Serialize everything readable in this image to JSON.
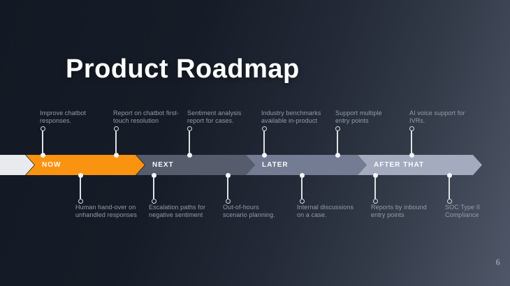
{
  "slide": {
    "title": "Product Roadmap",
    "page_number": "6"
  },
  "colors": {
    "background_dark": "#151B26",
    "background_light": "#505768",
    "stage_now": "#F99310",
    "stage_next": "#565C6C",
    "stage_later": "#747C93",
    "stage_after_that": "#A4ABBE",
    "stage_stub": "#E8EAEE",
    "connector": "#DFE2E7",
    "callout_text": "#959CAA",
    "title_text": "#FFFFFF"
  },
  "timeline": {
    "stages": [
      {
        "label": "NOW"
      },
      {
        "label": "NEXT"
      },
      {
        "label": "LATER"
      },
      {
        "label": "AFTER THAT"
      }
    ],
    "callouts_top": [
      {
        "text": "Improve chatbot responses."
      },
      {
        "text": "Report on chatbot first-touch resolution"
      },
      {
        "text": "Sentiment analysis report for cases."
      },
      {
        "text": "Industry benchmarks available in-product"
      },
      {
        "text": "Support multiple entry points"
      },
      {
        "text": "AI voice support for IVRs."
      }
    ],
    "callouts_bottom": [
      {
        "text": "Human hand-over on unhandled responses"
      },
      {
        "text": "Escalation paths for negative sentiment"
      },
      {
        "text": "Out-of-hours scenario planning."
      },
      {
        "text": "Internal discussions on a case."
      },
      {
        "text": "Reports by inbound entry points"
      },
      {
        "text": "SOC Type II Compliance"
      }
    ]
  }
}
